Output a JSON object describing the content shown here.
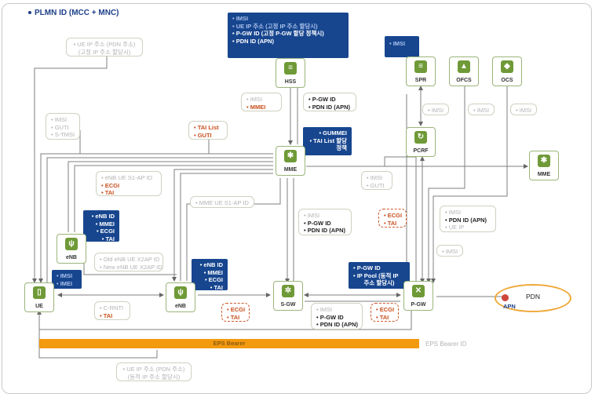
{
  "title": "PLMN ID (MCC + MNC)",
  "nodes": {
    "hss": "HSS",
    "mme_main": "MME",
    "mme_right": "MME",
    "spr": "SPR",
    "ofcs": "OFCS",
    "ocs": "OCS",
    "pcrf": "PCRF",
    "ue": "UE",
    "enb_upper": "eNB",
    "enb_lower": "eNB",
    "sgw": "S-GW",
    "pgw": "P-GW"
  },
  "hss_box": [
    "IMSI",
    "UE IP 주소 (고정 IP 주소 할당시)",
    "P-GW ID (고정 P-GW 할당 정책시)",
    "PDN ID (APN)"
  ],
  "spr_imsi": "IMSI",
  "ue_ip_top": [
    "UE IP 주소 (PDN 주소)",
    "(고정 IP 주소 할당시)"
  ],
  "ue_ip_bottom": [
    "UE IP 주소 (PDN 주소)",
    "(동적 IP 주소 할당시)"
  ],
  "hss_mme_left": [
    "IMSI",
    "MMEI"
  ],
  "hss_mme_right": [
    "P-GW ID",
    "PDN ID (APN)"
  ],
  "imsi_guti_stmsi": [
    "IMSI",
    "GUTI",
    "S-TMSI"
  ],
  "tai_list_guti": [
    "TAI List",
    "GUTI"
  ],
  "gummei_box": [
    "GUMMEI",
    "TAI List 할당",
    "정책"
  ],
  "enb_s1ap_box": [
    "eNB UE S1-AP ID",
    "ECGI",
    "TAI"
  ],
  "imsi_guti_lower": [
    "IMSI",
    "GUTI"
  ],
  "mme_s1ap": "MME UE S1-AP ID",
  "enb_upper_box": [
    "eNB ID",
    "MMEI",
    "ECGI",
    "TAI"
  ],
  "x2ap_box": [
    "Old eNB UE X2AP ID",
    "New eNB UE X2AP ID"
  ],
  "ue_box": [
    "IMSI",
    "IMEI"
  ],
  "enb_lower_box": [
    "eNB ID",
    "MMEI",
    "ECGI",
    "TAI"
  ],
  "crnti_box": [
    "C-RNTI",
    "TAI"
  ],
  "enb_sgw_box": [
    "ECGI",
    "TAI"
  ],
  "mme_sgw_box": [
    "IMSI",
    "P-GW ID",
    "PDN ID (APN)"
  ],
  "sgw_pgw_box": [
    "IMSI",
    "P-GW ID",
    "PDN ID (APN)"
  ],
  "pgw_blue_box": [
    "P-GW ID",
    "IP Pool (동적 IP",
    "주소 할당시)"
  ],
  "pgw_ecgi_upper": [
    "ECGI",
    "TAI"
  ],
  "pgw_ecgi_lower": [
    "ECGI",
    "TAI"
  ],
  "pcrf_pgw_box": [
    "IMSI",
    "PDN ID (APN)",
    "UE IP"
  ],
  "pgw_imsi": "IMSI",
  "spr_pcrf_imsi": "IMSI",
  "ofcs_imsi": "IMSI",
  "ocs_imsi": "IMSI",
  "eps_bearer": "EPS Bearer",
  "eps_bearer_id": "EPS Bearer ID",
  "pdn": "PDN",
  "apn": "APN",
  "colors": {
    "blue_box": "#17468f",
    "node_green": "#6f9a37",
    "eps_orange": "#f39a0f",
    "apn_red": "#d0453a",
    "pdn_ring": "#f0a83a"
  },
  "icons": {
    "hss": "database-icon",
    "mme": "gear-icon",
    "spr": "database-icon",
    "ofcs": "chart-icon",
    "ocs": "network-icon",
    "pcrf": "refresh-icon",
    "ue": "phone-icon",
    "enb": "antenna-icon",
    "sgw": "gears-icon",
    "pgw": "network-icon"
  }
}
